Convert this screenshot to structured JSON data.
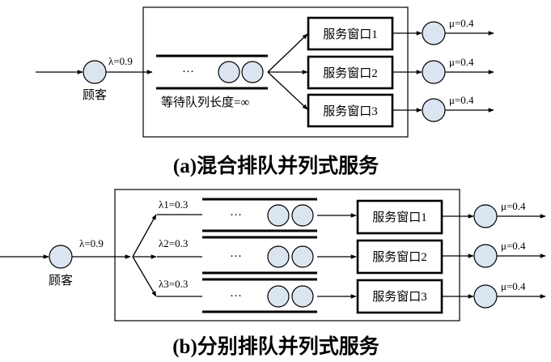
{
  "panel_a": {
    "customer_label": "顾客",
    "arrival_rate": "λ=0.9",
    "queue_dots": "···",
    "queue_length_label": "等待队列长度=∞",
    "windows": [
      {
        "label": "服务窗口1",
        "rate": "μ=0.4"
      },
      {
        "label": "服务窗口2",
        "rate": "μ=0.4"
      },
      {
        "label": "服务窗口3",
        "rate": "μ=0.4"
      }
    ],
    "caption": "(a)混合排队并列式服务"
  },
  "panel_b": {
    "customer_label": "顾客",
    "arrival_rate": "λ=0.9",
    "lanes": [
      {
        "rate": "λ1=0.3",
        "dots": "···",
        "window": "服务窗口1",
        "service_rate": "μ=0.4"
      },
      {
        "rate": "λ2=0.3",
        "dots": "···",
        "window": "服务窗口2",
        "service_rate": "μ=0.4"
      },
      {
        "rate": "λ3=0.3",
        "dots": "···",
        "window": "服务窗口3",
        "service_rate": "μ=0.4"
      }
    ],
    "caption": "(b)分别排队并列式服务"
  },
  "colors": {
    "node_fill": "#dbe5f1",
    "stroke": "#000000"
  }
}
